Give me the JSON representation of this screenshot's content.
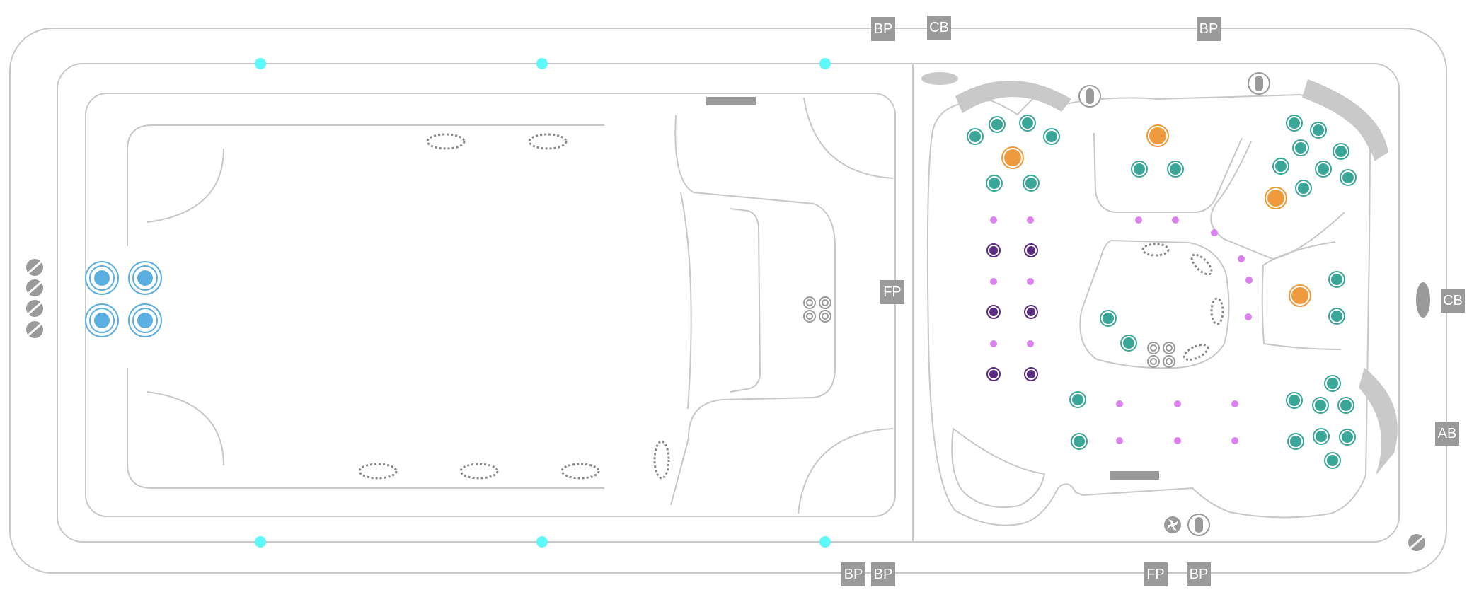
{
  "labels": {
    "bp": "BP",
    "cb": "CB",
    "fp": "FP",
    "ab": "AB"
  },
  "colors": {
    "outline": "#c8c8c8",
    "cushion": "#c9c9c9",
    "component": "#9a9a9a",
    "cyan_light": "#5ef8f8",
    "swim_jet": "#5aaee0",
    "teal_jet": "#3aa698",
    "orange_jet": "#ef9a3d",
    "purple_jet": "#5a2b83",
    "pink_dot": "#dc82ef",
    "dotted_air": "#888888"
  }
}
